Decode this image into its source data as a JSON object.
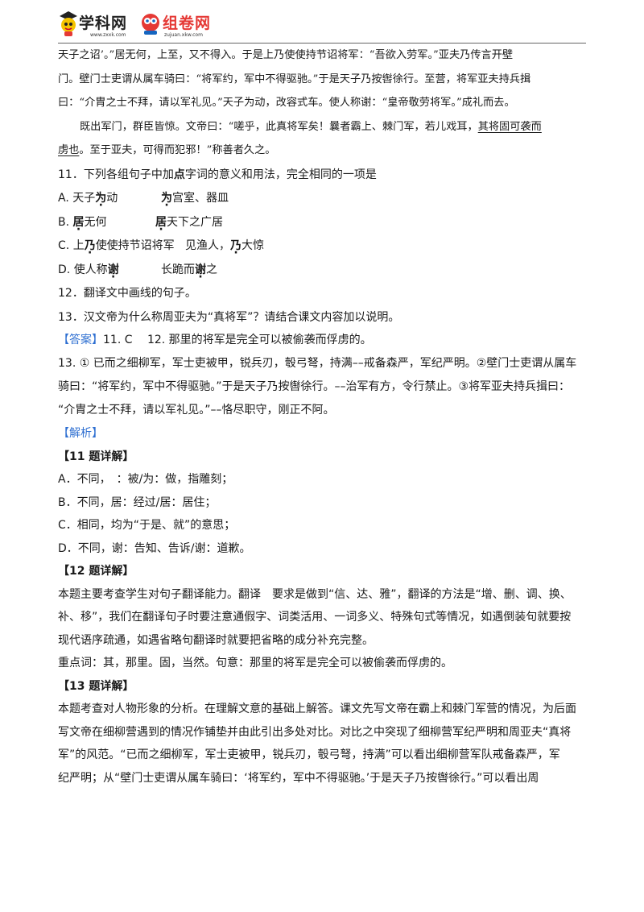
{
  "header": {
    "logo1_text": "学科网",
    "logo1_url": "www.zxxk.com",
    "logo2_text": "组卷网",
    "logo2_url": "zujuan.xkw.com"
  },
  "passage": {
    "p1_l1": "天子之诏’。”居无何，上至，又不得入。于是上乃使使持节诏将军：“吾欲入劳军。”亚夫乃传言开壁",
    "p1_l2": "门。壁门士吏谓从属车骑曰：“将军约，军中不得驱驰。”于是天子乃按辔徐行。至营，将军亚夫持兵揖",
    "p1_l3": "曰：“介胄之士不拜，请以军礼见。”天子为动，改容式车。使人称谢：“皇帝敬劳将军。”成礼而去。",
    "p2_l1_a": "既出军门，群臣皆惊。文帝曰：“嗟乎，此真将军矣！曩者霸上、棘门军，若儿戏耳，",
    "p2_l1_ul": "其将固可袭而",
    "p2_l2_ul": "虏也",
    "p2_l2_b": "。至于亚夫，可得而犯邪！”称善者久之。"
  },
  "q11": {
    "stem_a": "11．下列各组句子中加",
    "stem_dot": "点",
    "stem_b": "字词的意义和用法，完全相同的一项是",
    "options": [
      {
        "label": "A.",
        "p1": "天子",
        "w1": "为",
        "s1": "动",
        "w2": "为",
        "s2": "宫室、器皿",
        "p2": ""
      },
      {
        "label": "B.",
        "p1": "",
        "w1": "居",
        "s1": "无何",
        "w2": "居",
        "s2": "天下之广居",
        "p2": ""
      },
      {
        "label": "C.",
        "p1": "上",
        "w1": "乃",
        "s1": "使使持节诏将军",
        "p2": "见渔人，",
        "w2": "乃",
        "s2": "大惊"
      },
      {
        "label": "D.",
        "p1": "使人称",
        "w1": "谢",
        "s1": "",
        "p2": "长跪而",
        "w2": "谢",
        "s2": "之"
      }
    ]
  },
  "q12": "12．翻译文中画线的句子。",
  "q13": "13．汉文帝为什么称周亚夫为“真将军”？请结合课文内容加以说明。",
  "answer": {
    "tag": "【答案】",
    "l1": "11. C　 12. 那里的将军是完全可以被偷袭而俘虏的。",
    "l2": "13. ① 已而之细柳军，军士吏被甲，锐兵刃，彀弓弩，持满––戒备森严，军纪严明。②壁门士吏谓从属车",
    "l3": "骑曰：“将军约，军中不得驱驰。”于是天子乃按辔徐行。––治军有方，令行禁止。③将军亚夫持兵揖曰：",
    "l4": "“介胄之士不拜，请以军礼见。”––恪尽职守，刚正不阿。"
  },
  "analysis": {
    "tag": "【解析】",
    "q11_title": "【11 题详解】",
    "q11_lines": [
      "A．不同，　：被/为：做，指雕刻；",
      "B．不同，居：经过/居：居住；",
      "C．相同，均为“于是、就”的意思；",
      "D．不同，谢：告知、告诉/谢：道歉。"
    ],
    "q12_title": "【12 题详解】",
    "q12_lines": [
      "本题主要考查学生对句子翻译能力。翻译　要求是做到“信、达、雅”，翻译的方法是“增、删、调、换、",
      "补、移”，我们在翻译句子时要注意通假字、词类活用、一词多义、特殊句式等情况，如遇倒装句就要按",
      "现代语序疏通，如遇省略句翻译时就要把省略的成分补充完整。",
      "重点词：其，那里。固，当然。句意：那里的将军是完全可以被偷袭而俘虏的。"
    ],
    "q13_title": "【13 题详解】",
    "q13_lines": [
      "本题考查对人物形象的分析。在理解文意的基础上解答。课文先写文帝在霸上和棘门军营的情况，为后面",
      "写文帝在细柳营遇到的情况作铺垫并由此引出多处对比。对比之中突现了细柳营军纪严明和周亚夫“真将",
      "军”的风范。“已而之细柳军，军士吏被甲，锐兵刃，彀弓弩，持满”可以看出细柳营军队戒备森严，军",
      "纪严明；从“壁门士吏谓从属车骑曰：‘将军约，军中不得驱驰。’于是天子乃按辔徐行。”可以看出周"
    ]
  }
}
